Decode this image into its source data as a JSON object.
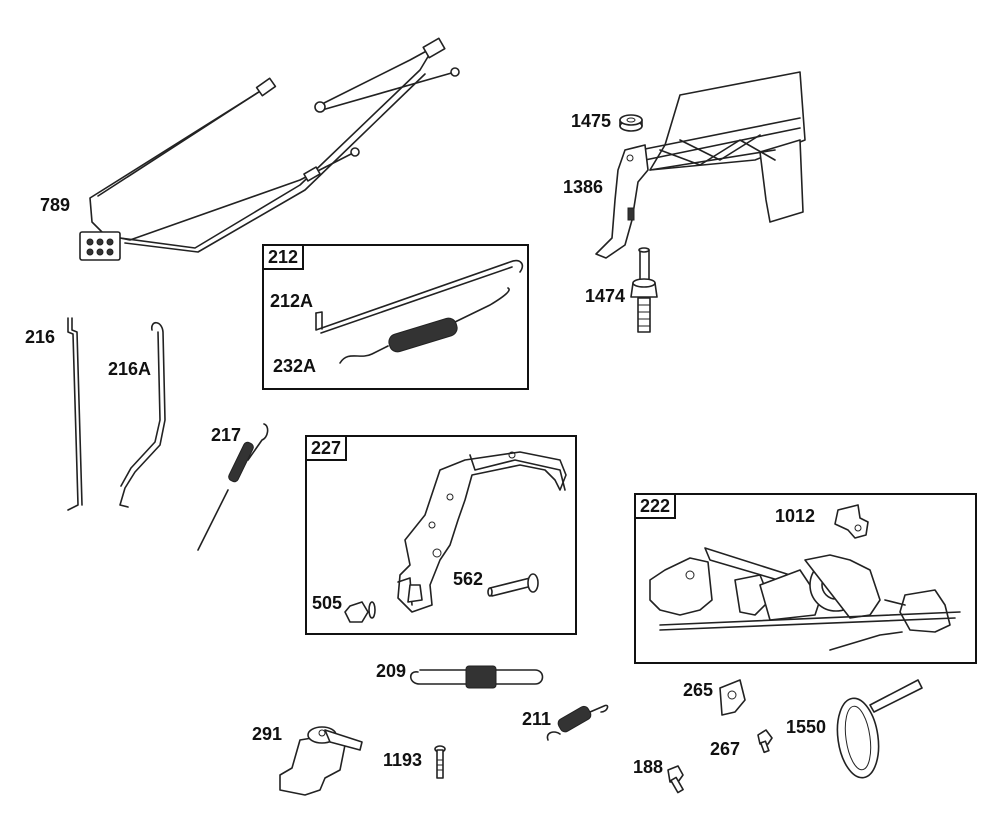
{
  "diagram": {
    "group_labels": {
      "g212": "212",
      "g227": "227",
      "g222": "222"
    },
    "part_labels": {
      "p789": "789",
      "p1475": "1475",
      "p1386": "1386",
      "p1474": "1474",
      "p212A": "212A",
      "p232A": "232A",
      "p216": "216",
      "p216A": "216A",
      "p217": "217",
      "p1012": "1012",
      "p562": "562",
      "p505": "505",
      "p209": "209",
      "p265": "265",
      "p211": "211",
      "p291": "291",
      "p1193": "1193",
      "p267": "267",
      "p1550": "1550",
      "p188": "188"
    }
  }
}
